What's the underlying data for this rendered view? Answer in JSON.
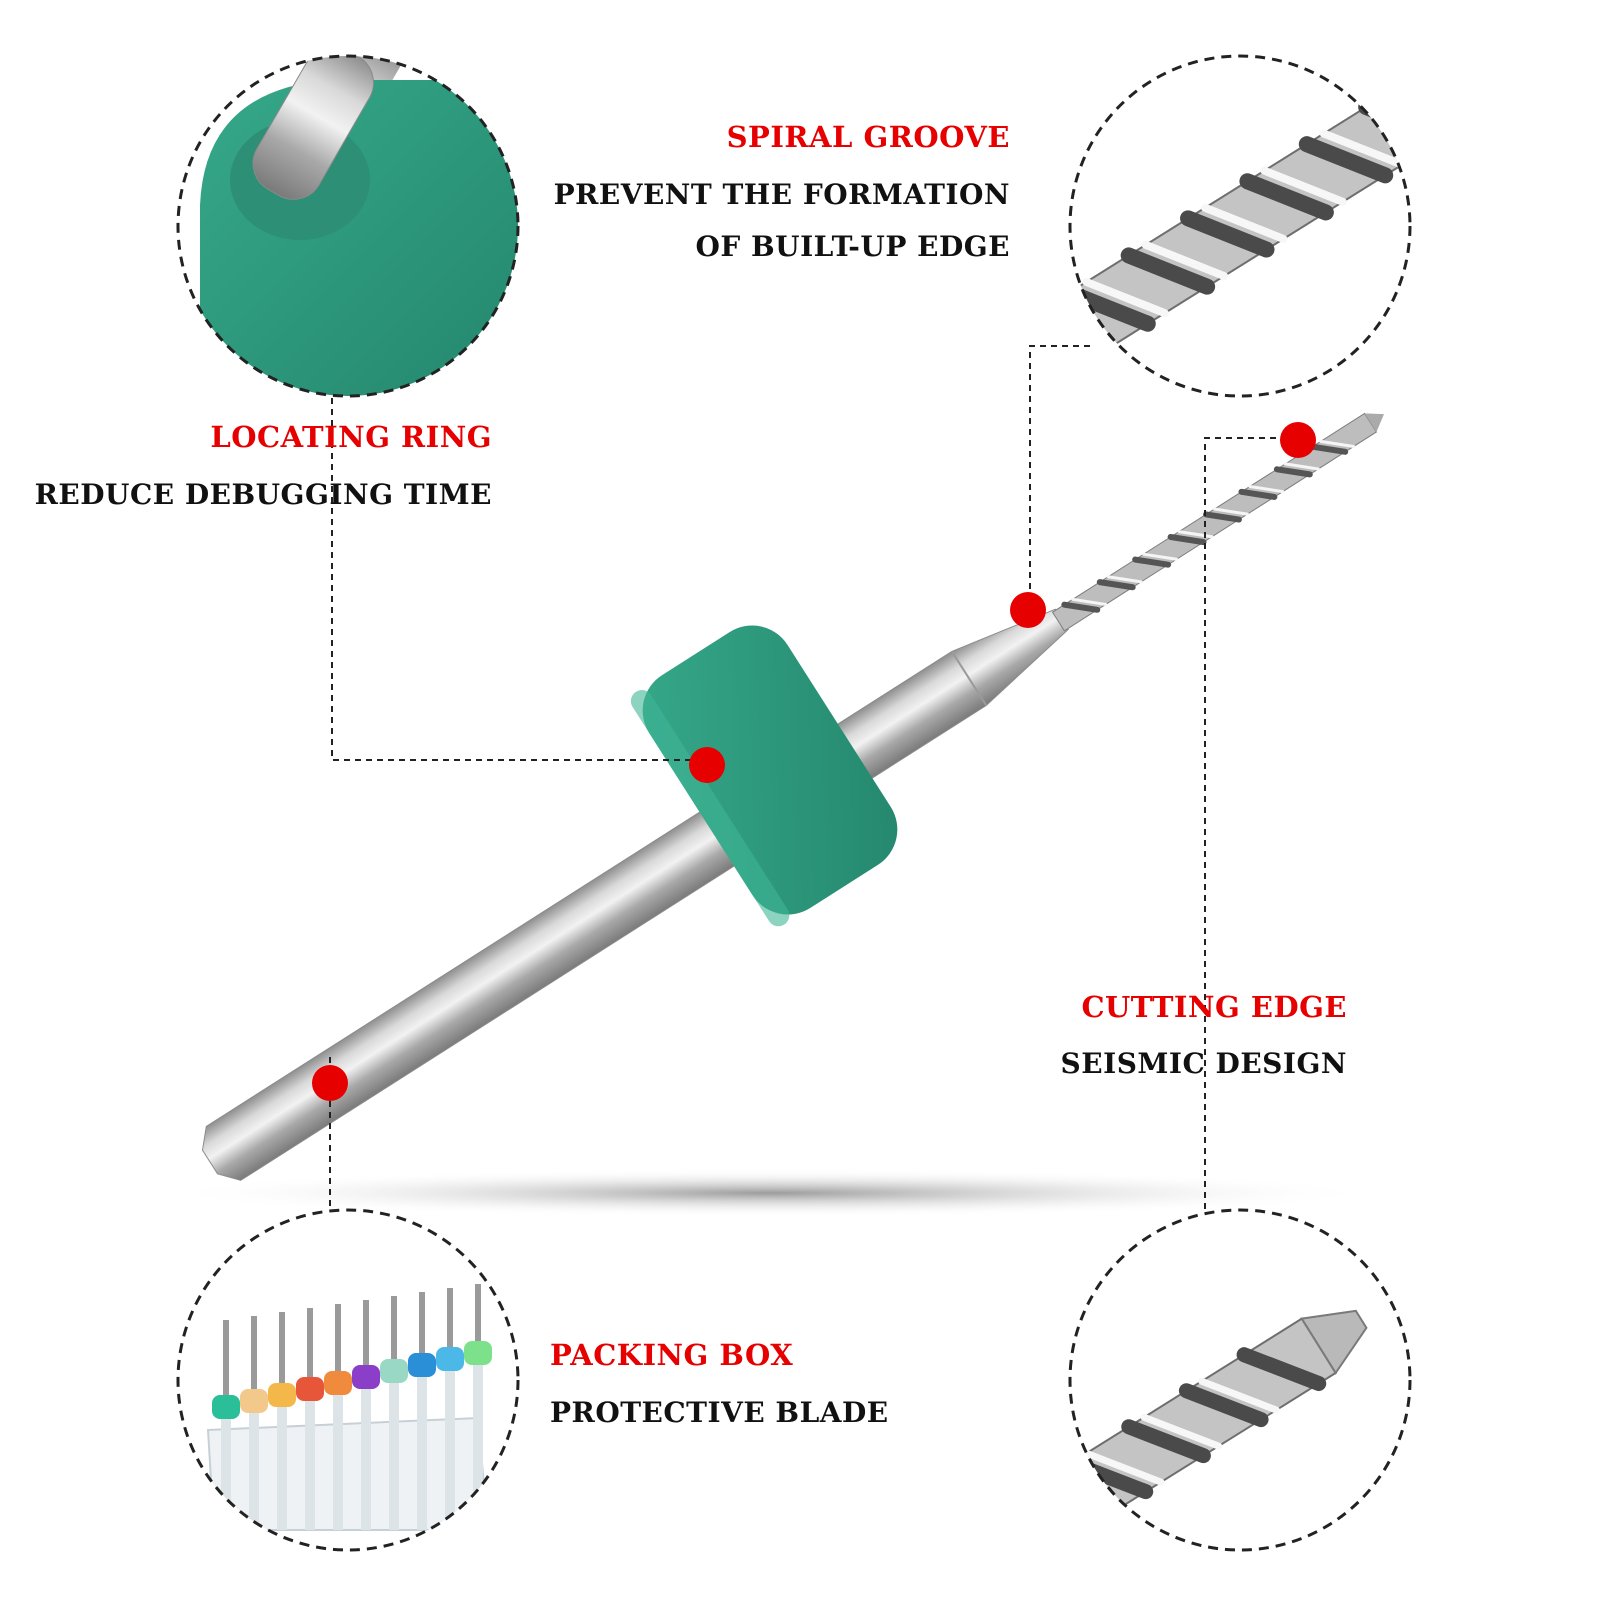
{
  "colors": {
    "accent_red": "#e60000",
    "ring_green": "#2e9b80",
    "text_dark": "#111111"
  },
  "callouts": {
    "spiral_groove": {
      "title": "SPIRAL GROOVE",
      "line1": "PREVENT THE FORMATION",
      "line2": "OF BUILT-UP EDGE"
    },
    "locating_ring": {
      "title": "LOCATING RING",
      "description": "REDUCE DEBUGGING TIME"
    },
    "cutting_edge": {
      "title": "CUTTING EDGE",
      "description": "SEISMIC DESIGN"
    },
    "packing_box": {
      "title": "PACKING BOX",
      "description": "PROTECTIVE BLADE"
    }
  },
  "packing_box_ring_colors": [
    "#2bbf99",
    "#f2c98a",
    "#f4b84a",
    "#e8563a",
    "#f08a3c",
    "#8b3fc8",
    "#9ad8c6",
    "#2a8fd6",
    "#4cb8e8",
    "#7de08a"
  ]
}
